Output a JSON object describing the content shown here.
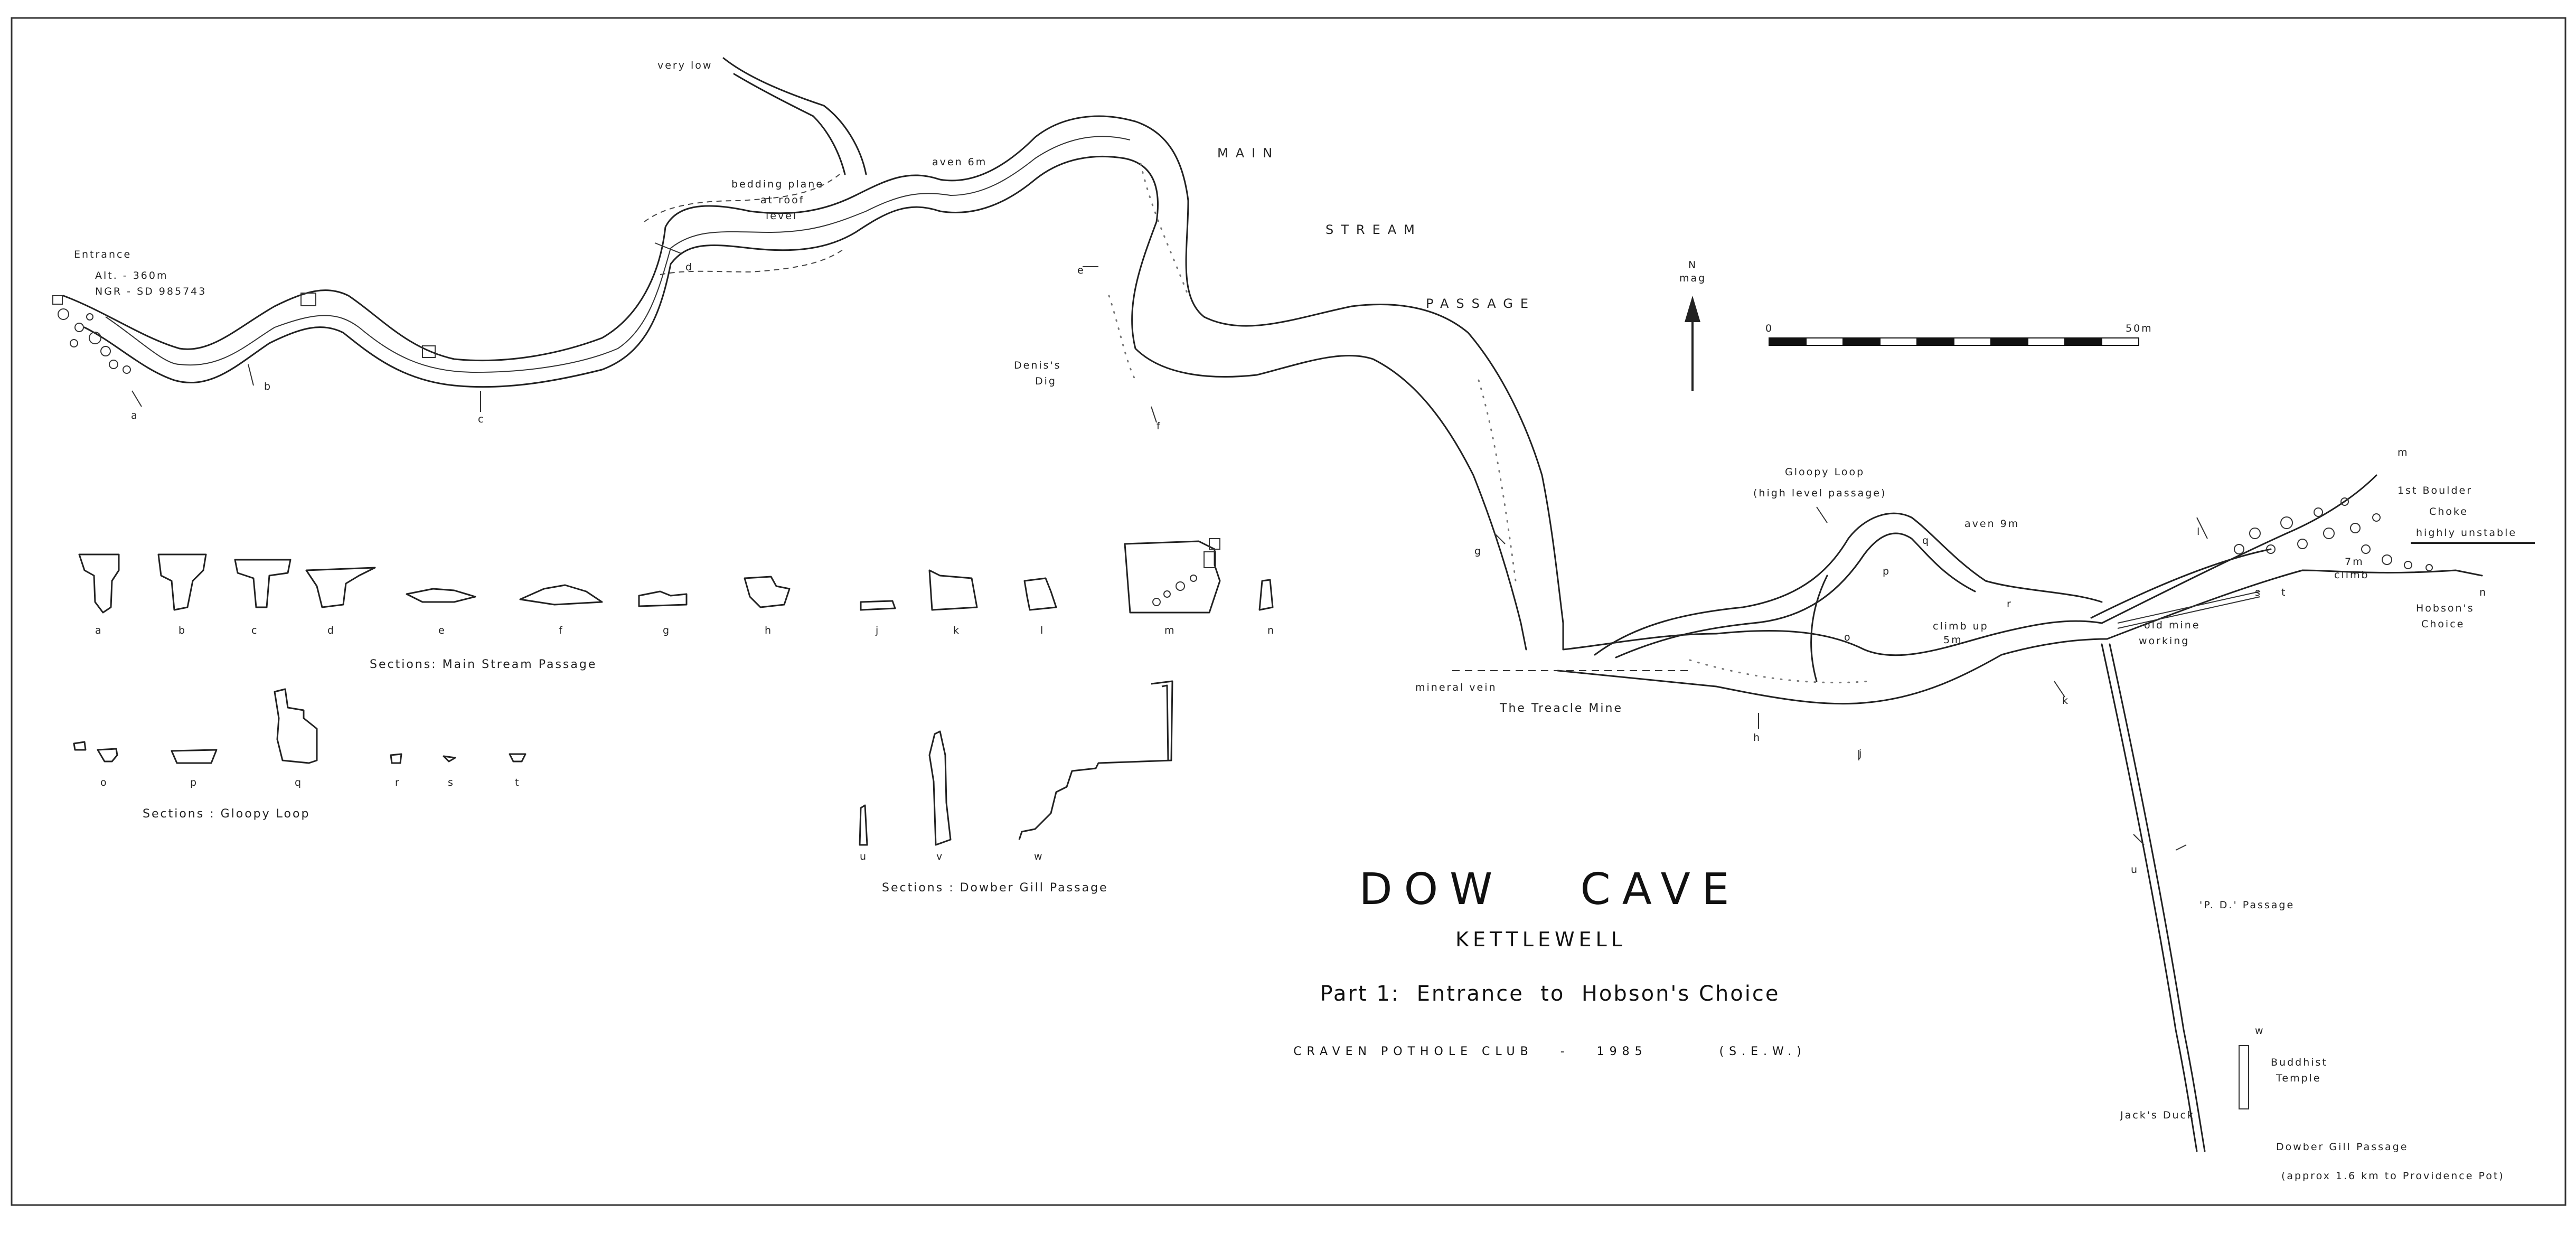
{
  "title": {
    "main": "DOW   CAVE",
    "subtitle": "KETTLEWELL",
    "part": "Part 1:  Entrance  to  Hobson's Choice",
    "credit": "CRAVEN POTHOLE CLUB   -   1985        (S.E.W.)"
  },
  "north_arrow": {
    "line1": "N",
    "line2": "mag"
  },
  "scale_bar": {
    "start_label": "0",
    "end_label": "50m",
    "length_m": 50,
    "segments": 10
  },
  "labels": {
    "entrance": "Entrance",
    "alt": "Alt.  -   360m",
    "ngr": "NGR  -  SD 985743",
    "very_low": "very low",
    "bedding_1": "bedding plane",
    "bedding_2": "at roof",
    "bedding_3": "level",
    "aven_6m": "aven 6m",
    "main": "MAIN",
    "stream": "STREAM",
    "passage": "PASSAGE",
    "denis_1": "Denis's",
    "denis_2": "Dig",
    "gloopy_1": "Gloopy Loop",
    "gloopy_2": "(high level passage)",
    "aven_9m": "aven 9m",
    "climb_up_1": "climb up",
    "climb_up_2": "5m",
    "mineral_vein": "mineral vein",
    "treacle_mine": "The Treacle Mine",
    "old_mine_1": "old mine",
    "old_mine_2": "working",
    "boulder_1": "1st Boulder",
    "boulder_2": "Choke",
    "unstable": "highly unstable",
    "climb_7m_1": "7m",
    "climb_7m_2": "climb",
    "hobsons_1": "Hobson's",
    "hobsons_2": "Choice",
    "pd_passage": "'P. D.'  Passage",
    "buddhist_1": "Buddhist",
    "buddhist_2": "Temple",
    "jacks_duck": "Jack's  Duck",
    "dowber": "Dowber Gill Passage",
    "providence": "(approx 1.6 km  to Providence Pot)"
  },
  "section_titles": {
    "main_stream": "Sections:  Main Stream Passage",
    "gloopy": "Sections :  Gloopy Loop",
    "dowber": "Sections :  Dowber Gill Passage"
  },
  "plan_markers": [
    "a",
    "b",
    "c",
    "d",
    "e",
    "f",
    "g",
    "h",
    "j",
    "k",
    "l",
    "m",
    "n",
    "o",
    "p",
    "q",
    "r",
    "s",
    "t",
    "u",
    "w"
  ],
  "main_sections": [
    "a",
    "b",
    "c",
    "d",
    "e",
    "f",
    "g",
    "h",
    "j",
    "k",
    "l",
    "m",
    "n"
  ],
  "gloopy_sections": [
    "o",
    "p",
    "q",
    "r",
    "s",
    "t"
  ],
  "dowber_sections": [
    "u",
    "v",
    "w"
  ],
  "colors": {
    "ink": "#222222",
    "paper": "#ffffff"
  }
}
